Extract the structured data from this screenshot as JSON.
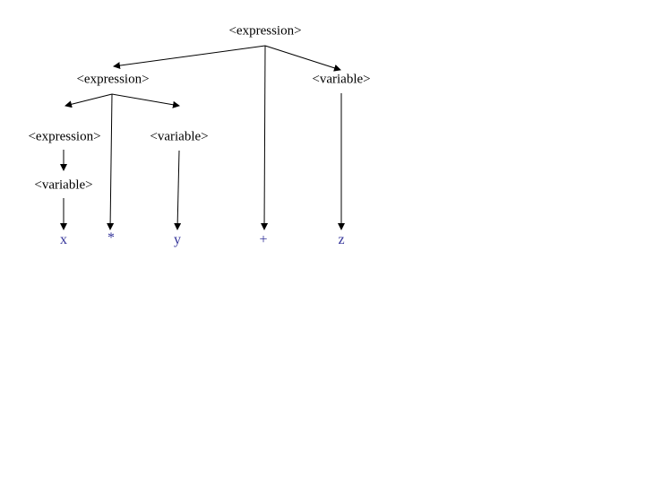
{
  "nodes": {
    "root": "<expression>",
    "expr_left": "<expression>",
    "var_z": "<variable>",
    "expr_inner": "<expression>",
    "var_y": "<variable>",
    "var_x": "<variable>"
  },
  "terminals": {
    "x": "x",
    "times": "*",
    "y": "y",
    "plus": "+",
    "z": "z"
  },
  "edges": [
    [
      "root",
      "expr_left"
    ],
    [
      "root",
      "plus"
    ],
    [
      "root",
      "var_z"
    ],
    [
      "expr_left",
      "expr_inner"
    ],
    [
      "expr_left",
      "times"
    ],
    [
      "expr_left",
      "var_y"
    ],
    [
      "expr_inner",
      "var_x"
    ],
    [
      "var_x",
      "x"
    ],
    [
      "var_y",
      "y"
    ],
    [
      "var_z",
      "z"
    ]
  ],
  "colors": {
    "terminal": "#333399",
    "node": "#000000"
  }
}
